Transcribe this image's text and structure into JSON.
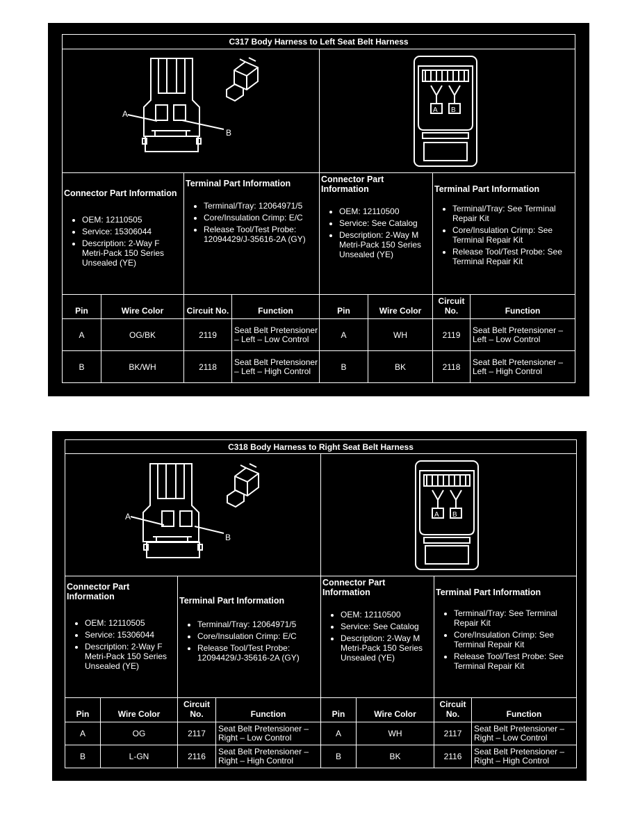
{
  "connectors": [
    {
      "title": "C317 Body Harness to Left Seat Belt Harness",
      "labels": {
        "a": "A",
        "b": "B"
      },
      "left_info": {
        "connector_heading": "Connector Part Information",
        "connector_items": [
          "OEM: 12110505",
          "Service: 15306044",
          "Description: 2-Way F Metri-Pack 150 Series Unsealed (YE)"
        ],
        "terminal_heading": "Terminal Part Information",
        "terminal_items": [
          "Terminal/Tray: 12064971/5",
          "Core/Insulation Crimp: E/C",
          "Release Tool/Test Probe: 12094429/J-35616-2A (GY)"
        ]
      },
      "right_info": {
        "connector_heading": "Connector Part Information",
        "connector_items": [
          "OEM: 12110500",
          "Service: See Catalog",
          "Description: 2-Way M Metri-Pack 150 Series Unsealed (YE)"
        ],
        "terminal_heading": "Terminal Part Information",
        "terminal_items": [
          "Terminal/Tray: See Terminal Repair Kit",
          "Core/Insulation Crimp: See Terminal Repair Kit",
          "Release Tool/Test Probe: See Terminal Repair Kit"
        ]
      },
      "headers": {
        "pin": "Pin",
        "wire": "Wire Color",
        "circuit": "Circuit No.",
        "function": "Function",
        "pin_r": "Pin",
        "wire_r": "Wire Color",
        "circuit_r": "Circuit No.",
        "function_r": "Function"
      },
      "rows": [
        {
          "pin": "A",
          "wire": "OG/BK",
          "circuit": "2119",
          "function": "Seat Belt Pretensioner – Left – Low Control",
          "pin_r": "A",
          "wire_r": "WH",
          "circuit_r": "2119",
          "function_r": "Seat Belt Pretensioner – Left – Low Control"
        },
        {
          "pin": "B",
          "wire": "BK/WH",
          "circuit": "2118",
          "function": "Seat Belt Pretensioner – Left – High Control",
          "pin_r": "B",
          "wire_r": "BK",
          "circuit_r": "2118",
          "function_r": "Seat Belt Pretensioner – Left – High Control"
        }
      ]
    },
    {
      "title": "C318 Body Harness to Right Seat Belt Harness",
      "labels": {
        "a": "A",
        "b": "B"
      },
      "left_info": {
        "connector_heading": "Connector Part Information",
        "connector_items": [
          "OEM: 12110505",
          "Service: 15306044",
          "Description: 2-Way F Metri-Pack 150 Series Unsealed (YE)"
        ],
        "terminal_heading": "Terminal Part Information",
        "terminal_items": [
          "Terminal/Tray: 12064971/5",
          "Core/Insulation Crimp: E/C",
          "Release Tool/Test Probe: 12094429/J-35616-2A (GY)"
        ]
      },
      "right_info": {
        "connector_heading": "Connector Part Information",
        "connector_items": [
          "OEM: 12110500",
          "Service: See Catalog",
          "Description: 2-Way M Metri-Pack 150 Series Unsealed (YE)"
        ],
        "terminal_heading": "Terminal Part Information",
        "terminal_items": [
          "Terminal/Tray: See Terminal Repair Kit",
          "Core/Insulation Crimp: See Terminal Repair Kit",
          "Release Tool/Test Probe: See Terminal Repair Kit"
        ]
      },
      "headers": {
        "pin": "Pin",
        "wire": "Wire Color",
        "circuit": "Circuit No.",
        "function": "Function",
        "pin_r": "Pin",
        "wire_r": "Wire Color",
        "circuit_r": "Circuit No.",
        "function_r": "Function"
      },
      "rows": [
        {
          "pin": "A",
          "wire": "OG",
          "circuit": "2117",
          "function": "Seat Belt Pretensioner – Right – Low Control",
          "pin_r": "A",
          "wire_r": "WH",
          "circuit_r": "2117",
          "function_r": "Seat Belt Pretensioner – Right – Low Control"
        },
        {
          "pin": "B",
          "wire": "L-GN",
          "circuit": "2116",
          "function": "Seat Belt Pretensioner – Right – High Control",
          "pin_r": "B",
          "wire_r": "BK",
          "circuit_r": "2116",
          "function_r": "Seat Belt Pretensioner – Right – High Control"
        }
      ]
    }
  ]
}
